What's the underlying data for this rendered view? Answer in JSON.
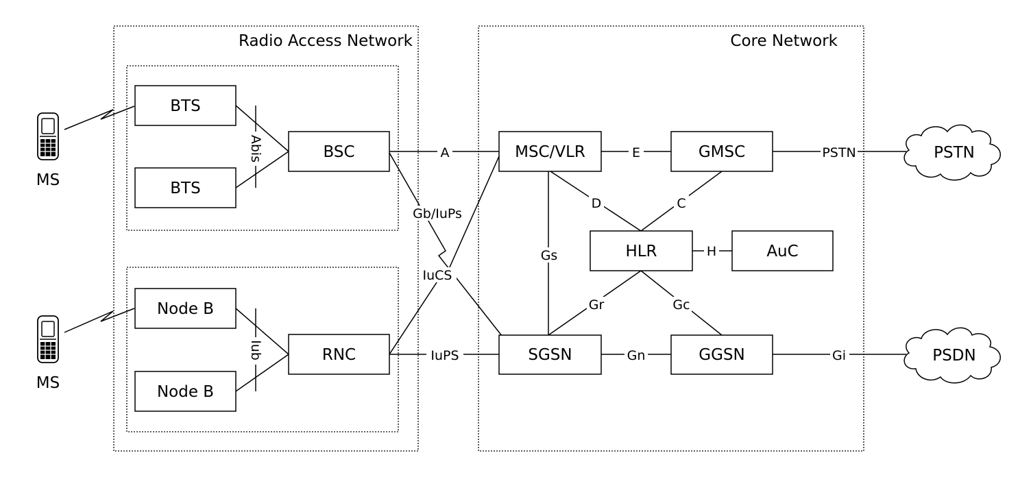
{
  "regions": {
    "ran": "Radio Access Network",
    "core": "Core Network"
  },
  "terminals": {
    "ms_top": "MS",
    "ms_bottom": "MS"
  },
  "nodes": {
    "bts_top": "BTS",
    "bts_bottom": "BTS",
    "bsc": "BSC",
    "nodeb_top": "Node B",
    "nodeb_bottom": "Node B",
    "rnc": "RNC",
    "msc_vlr": "MSC/VLR",
    "gmsc": "GMSC",
    "hlr": "HLR",
    "auc": "AuC",
    "sgsn": "SGSN",
    "ggsn": "GGSN"
  },
  "clouds": {
    "pstn": "PSTN",
    "psdn": "PSDN"
  },
  "interfaces": {
    "abis": "Abis",
    "iub": "Iub",
    "a": "A",
    "e": "E",
    "pstn": "PSTN",
    "d": "D",
    "c": "C",
    "gb_iups": "Gb/IuPs",
    "gs": "Gs",
    "h": "H",
    "iucs": "IuCS",
    "gr": "Gr",
    "gc": "Gc",
    "iups": "IuPS",
    "gn": "Gn",
    "gi": "Gi"
  }
}
